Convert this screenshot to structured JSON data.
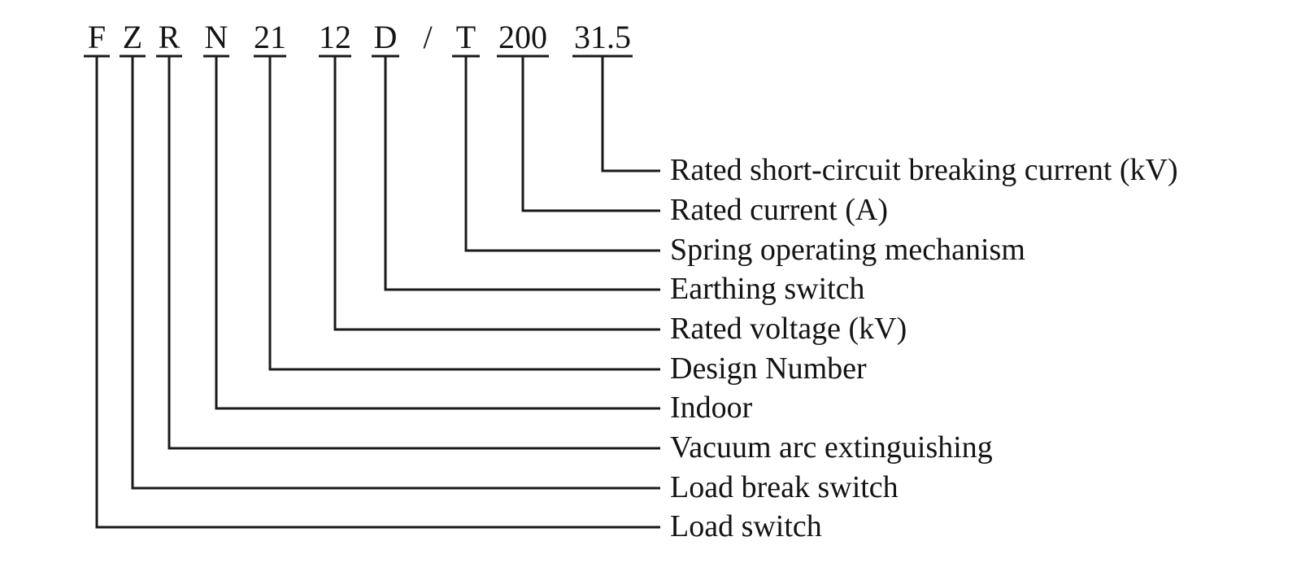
{
  "page": {
    "background_color": "#ffffff",
    "line_color": "#1a1a1a",
    "text_color": "#141414"
  },
  "model_code": {
    "full_code": "F Z R N 21 12 D / T 200 31.5",
    "parts": [
      {
        "text": "F",
        "label": "Load switch"
      },
      {
        "text": "Z",
        "label": "Load break switch"
      },
      {
        "text": "R",
        "label": "Vacuum arc extinguishing"
      },
      {
        "text": "N",
        "label": "Indoor"
      },
      {
        "text": "21",
        "label": "Design Number"
      },
      {
        "text": "12",
        "label": "Rated voltage (kV)"
      },
      {
        "text": "D",
        "label": "Earthing switch"
      },
      {
        "text": "/",
        "label": ""
      },
      {
        "text": "T",
        "label": "Spring operating mechanism"
      },
      {
        "text": "200",
        "label": "Rated current (A)"
      },
      {
        "text": "31.5",
        "label": "Rated short-circuit breaking current (kV)"
      }
    ]
  }
}
